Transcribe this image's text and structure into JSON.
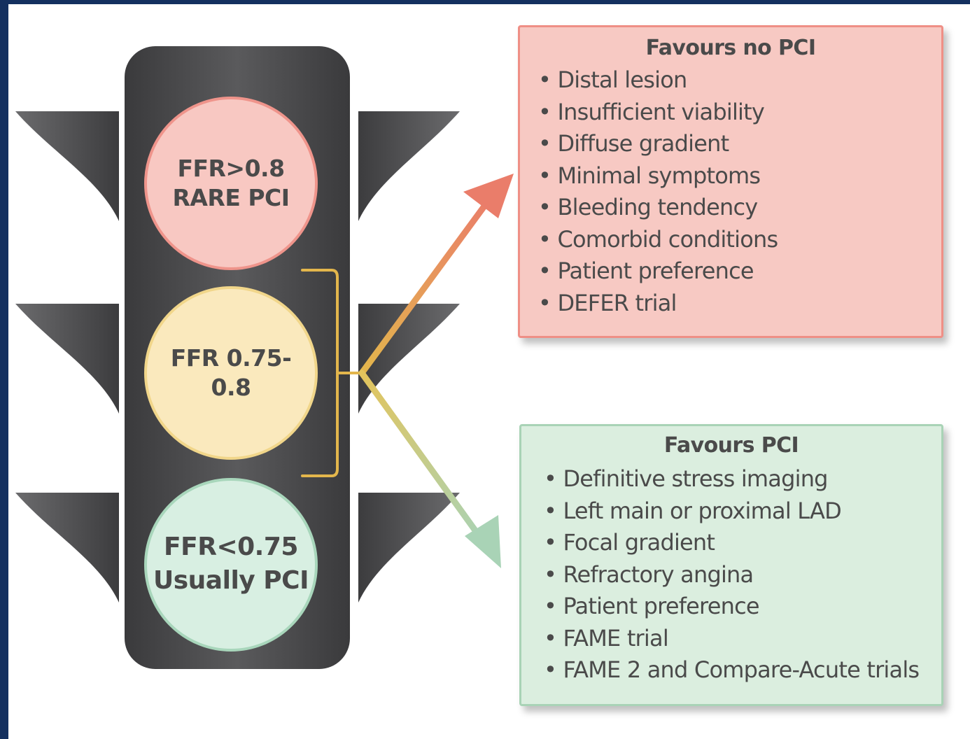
{
  "lights": {
    "red": {
      "line1": "FFR>0.8",
      "line2": "RARE PCI",
      "fill": "#f8c8c2",
      "stroke": "#ef948b"
    },
    "amber": {
      "line1": "FFR 0.75-0.8",
      "fill": "#fae9bd",
      "stroke": "#f1d68a"
    },
    "green": {
      "line1": "FFR<0.75",
      "line2": "Usually PCI",
      "fill": "#d8efe2",
      "stroke": "#a8d6bb"
    }
  },
  "no_pci": {
    "title": "Favours no PCI",
    "items": [
      "Distal lesion",
      "Insufficient viability",
      "Diffuse gradient",
      "Minimal symptoms",
      "Bleeding tendency",
      "Comorbid conditions",
      "Patient preference",
      "DEFER trial"
    ]
  },
  "pci": {
    "title": "Favours PCI",
    "items": [
      "Definitive stress imaging",
      "Left main or proximal LAD",
      "Focal gradient",
      "Refractory angina",
      "Patient preference",
      "FAME trial",
      "FAME 2 and Compare-Acute trials"
    ]
  },
  "colors": {
    "background": "#14305f",
    "housing": "#4f4f51",
    "bracket": "#e3b64c",
    "arrow_up": "#ea7d6a",
    "arrow_down": "#a9d3b6"
  }
}
